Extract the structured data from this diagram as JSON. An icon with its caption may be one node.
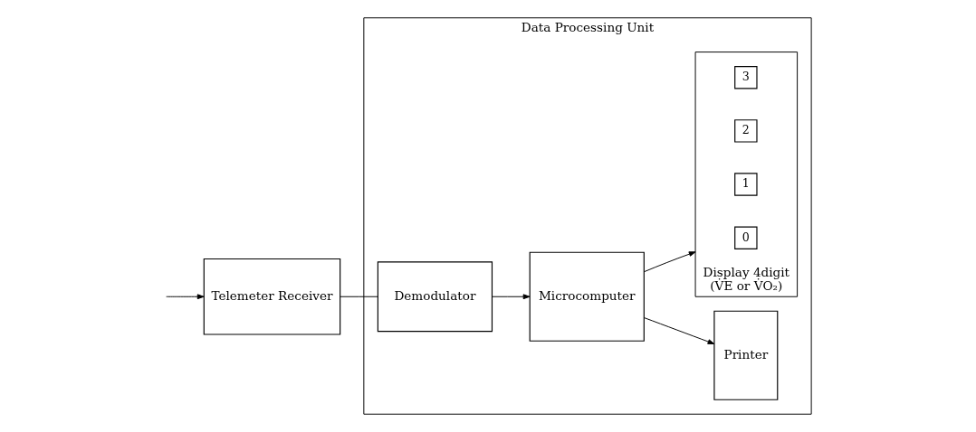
{
  "diagram": {
    "nodes": [
      {
        "text": [
          "Telemeter Receiver"
        ]
      },
      {
        "text": [
          "Data Processing Unit"
        ]
      },
      {
        "text": [
          "Demodulator"
        ],
        "in": 1
      },
      {
        "text": [
          "Microcomputer"
        ],
        "in": 1
      },
      {
        "text": [
          "Printer"
        ],
        "in": 1
      },
      {
        "text": [],
        "shape": "box",
        "in": 1,
        "beside": [
          "Display 4digit",
          "(V̇E or V̇O₂)"
        ]
      },
      {
        "text": [
          "0"
        ],
        "in": 5
      },
      {
        "text": [
          "1"
        ],
        "in": 5
      },
      {
        "text": [
          "2"
        ],
        "in": 5
      },
      {
        "text": [
          "3"
        ],
        "in": 5
      }
    ],
    "edges": [
      {
        "from": null,
        "to": 0,
        "arrow": "to"
      },
      {
        "from": 0,
        "to": 2,
        "arrow": "none"
      },
      {
        "from": 2,
        "to": 3,
        "arrow": "to"
      },
      {
        "from": 3,
        "to": 4,
        "arrow": "to"
      },
      {
        "from": 3,
        "to": 5,
        "arrow": "to"
      }
    ]
  }
}
